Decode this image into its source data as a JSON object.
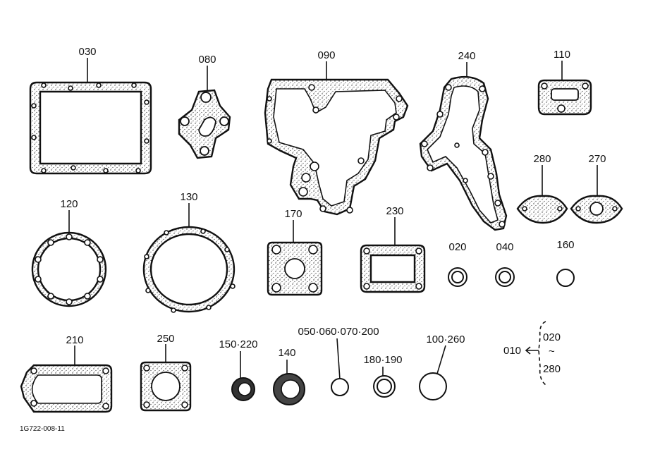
{
  "diagram": {
    "code": "1G722-008-11",
    "parts": [
      {
        "id": "p030",
        "label": "030"
      },
      {
        "id": "p080",
        "label": "080"
      },
      {
        "id": "p090",
        "label": "090"
      },
      {
        "id": "p240",
        "label": "240"
      },
      {
        "id": "p110",
        "label": "110"
      },
      {
        "id": "p280",
        "label": "280"
      },
      {
        "id": "p270",
        "label": "270"
      },
      {
        "id": "p120",
        "label": "120"
      },
      {
        "id": "p130",
        "label": "130"
      },
      {
        "id": "p170",
        "label": "170"
      },
      {
        "id": "p230",
        "label": "230"
      },
      {
        "id": "p020",
        "label": "020"
      },
      {
        "id": "p040",
        "label": "040"
      },
      {
        "id": "p160",
        "label": "160"
      },
      {
        "id": "p210",
        "label": "210"
      },
      {
        "id": "p250",
        "label": "250"
      },
      {
        "id": "p150",
        "label": "150·220"
      },
      {
        "id": "p140",
        "label": "140"
      },
      {
        "id": "p050",
        "label": "050·060·070·200"
      },
      {
        "id": "p180",
        "label": "180·190"
      },
      {
        "id": "p100",
        "label": "100·260"
      }
    ],
    "kit": {
      "label": "010",
      "from": "020",
      "tilde": "~",
      "to": "280"
    }
  }
}
